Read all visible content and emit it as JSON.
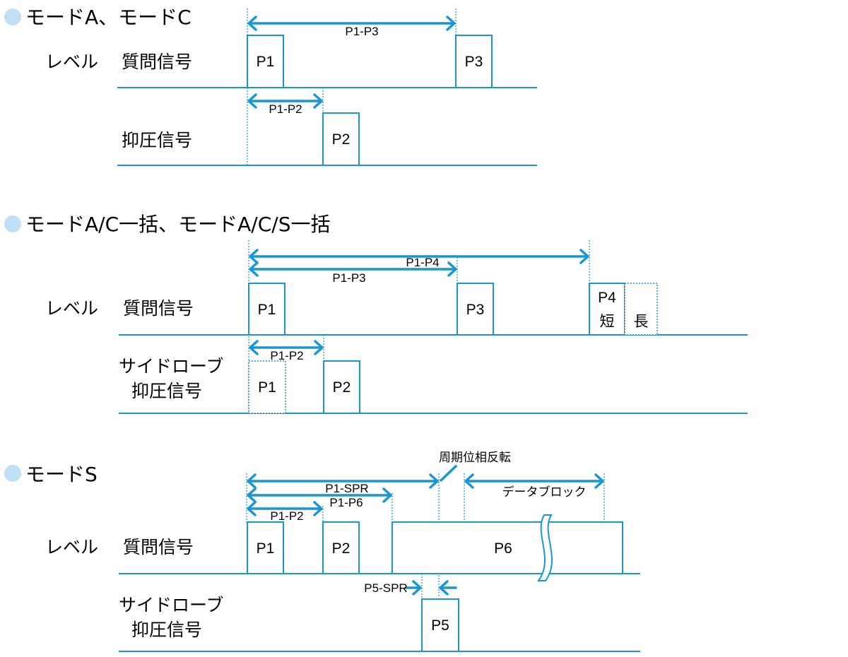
{
  "sections": [
    {
      "title": "モードA、モードC",
      "interrogation_label": "質問信号",
      "level_label": "レベル",
      "suppression_label": "抑圧信号",
      "pulses_top": [
        "P1",
        "P3"
      ],
      "pulses_bottom": [
        "P2"
      ],
      "intervals": [
        "P1-P3",
        "P1-P2"
      ]
    },
    {
      "title": "モードA/C一括、モードA/C/S一括",
      "level_label": "レベル",
      "interrogation_label": "質問信号",
      "suppression_label_line1": "サイドローブ",
      "suppression_label_line2": "抑圧信号",
      "pulses_top": [
        "P1",
        "P3"
      ],
      "p4_label": "P4",
      "p4_short": "短",
      "p4_long": "長",
      "pulses_bottom": [
        "P1",
        "P2"
      ],
      "intervals": [
        "P1-P4",
        "P1-P3",
        "P1-P2"
      ]
    },
    {
      "title": "モードS",
      "level_label": "レベル",
      "interrogation_label": "質問信号",
      "suppression_label_line1": "サイドローブ",
      "suppression_label_line2": "抑圧信号",
      "pulses_top": [
        "P1",
        "P2",
        "P6"
      ],
      "pulses_bottom": [
        "P5"
      ],
      "intervals": [
        "P1-SPR",
        "P1-P6",
        "P1-P2",
        "P5-SPR"
      ],
      "phase_reversal": "周期位相反転",
      "data_block": "データブロック"
    }
  ],
  "colors": {
    "line": "#1a96d4",
    "bullet": "#bfe0f5"
  }
}
